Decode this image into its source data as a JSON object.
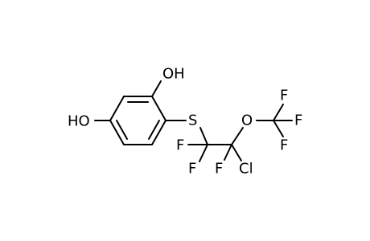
{
  "molecule": {
    "atoms": {
      "oh_top": "OH",
      "ho_left": "HO",
      "sulfur": "S",
      "f1": "F",
      "f2": "F",
      "f3": "F",
      "chlorine": "Cl",
      "oxygen": "O",
      "f4": "F",
      "f5": "F",
      "f6": "F"
    }
  }
}
